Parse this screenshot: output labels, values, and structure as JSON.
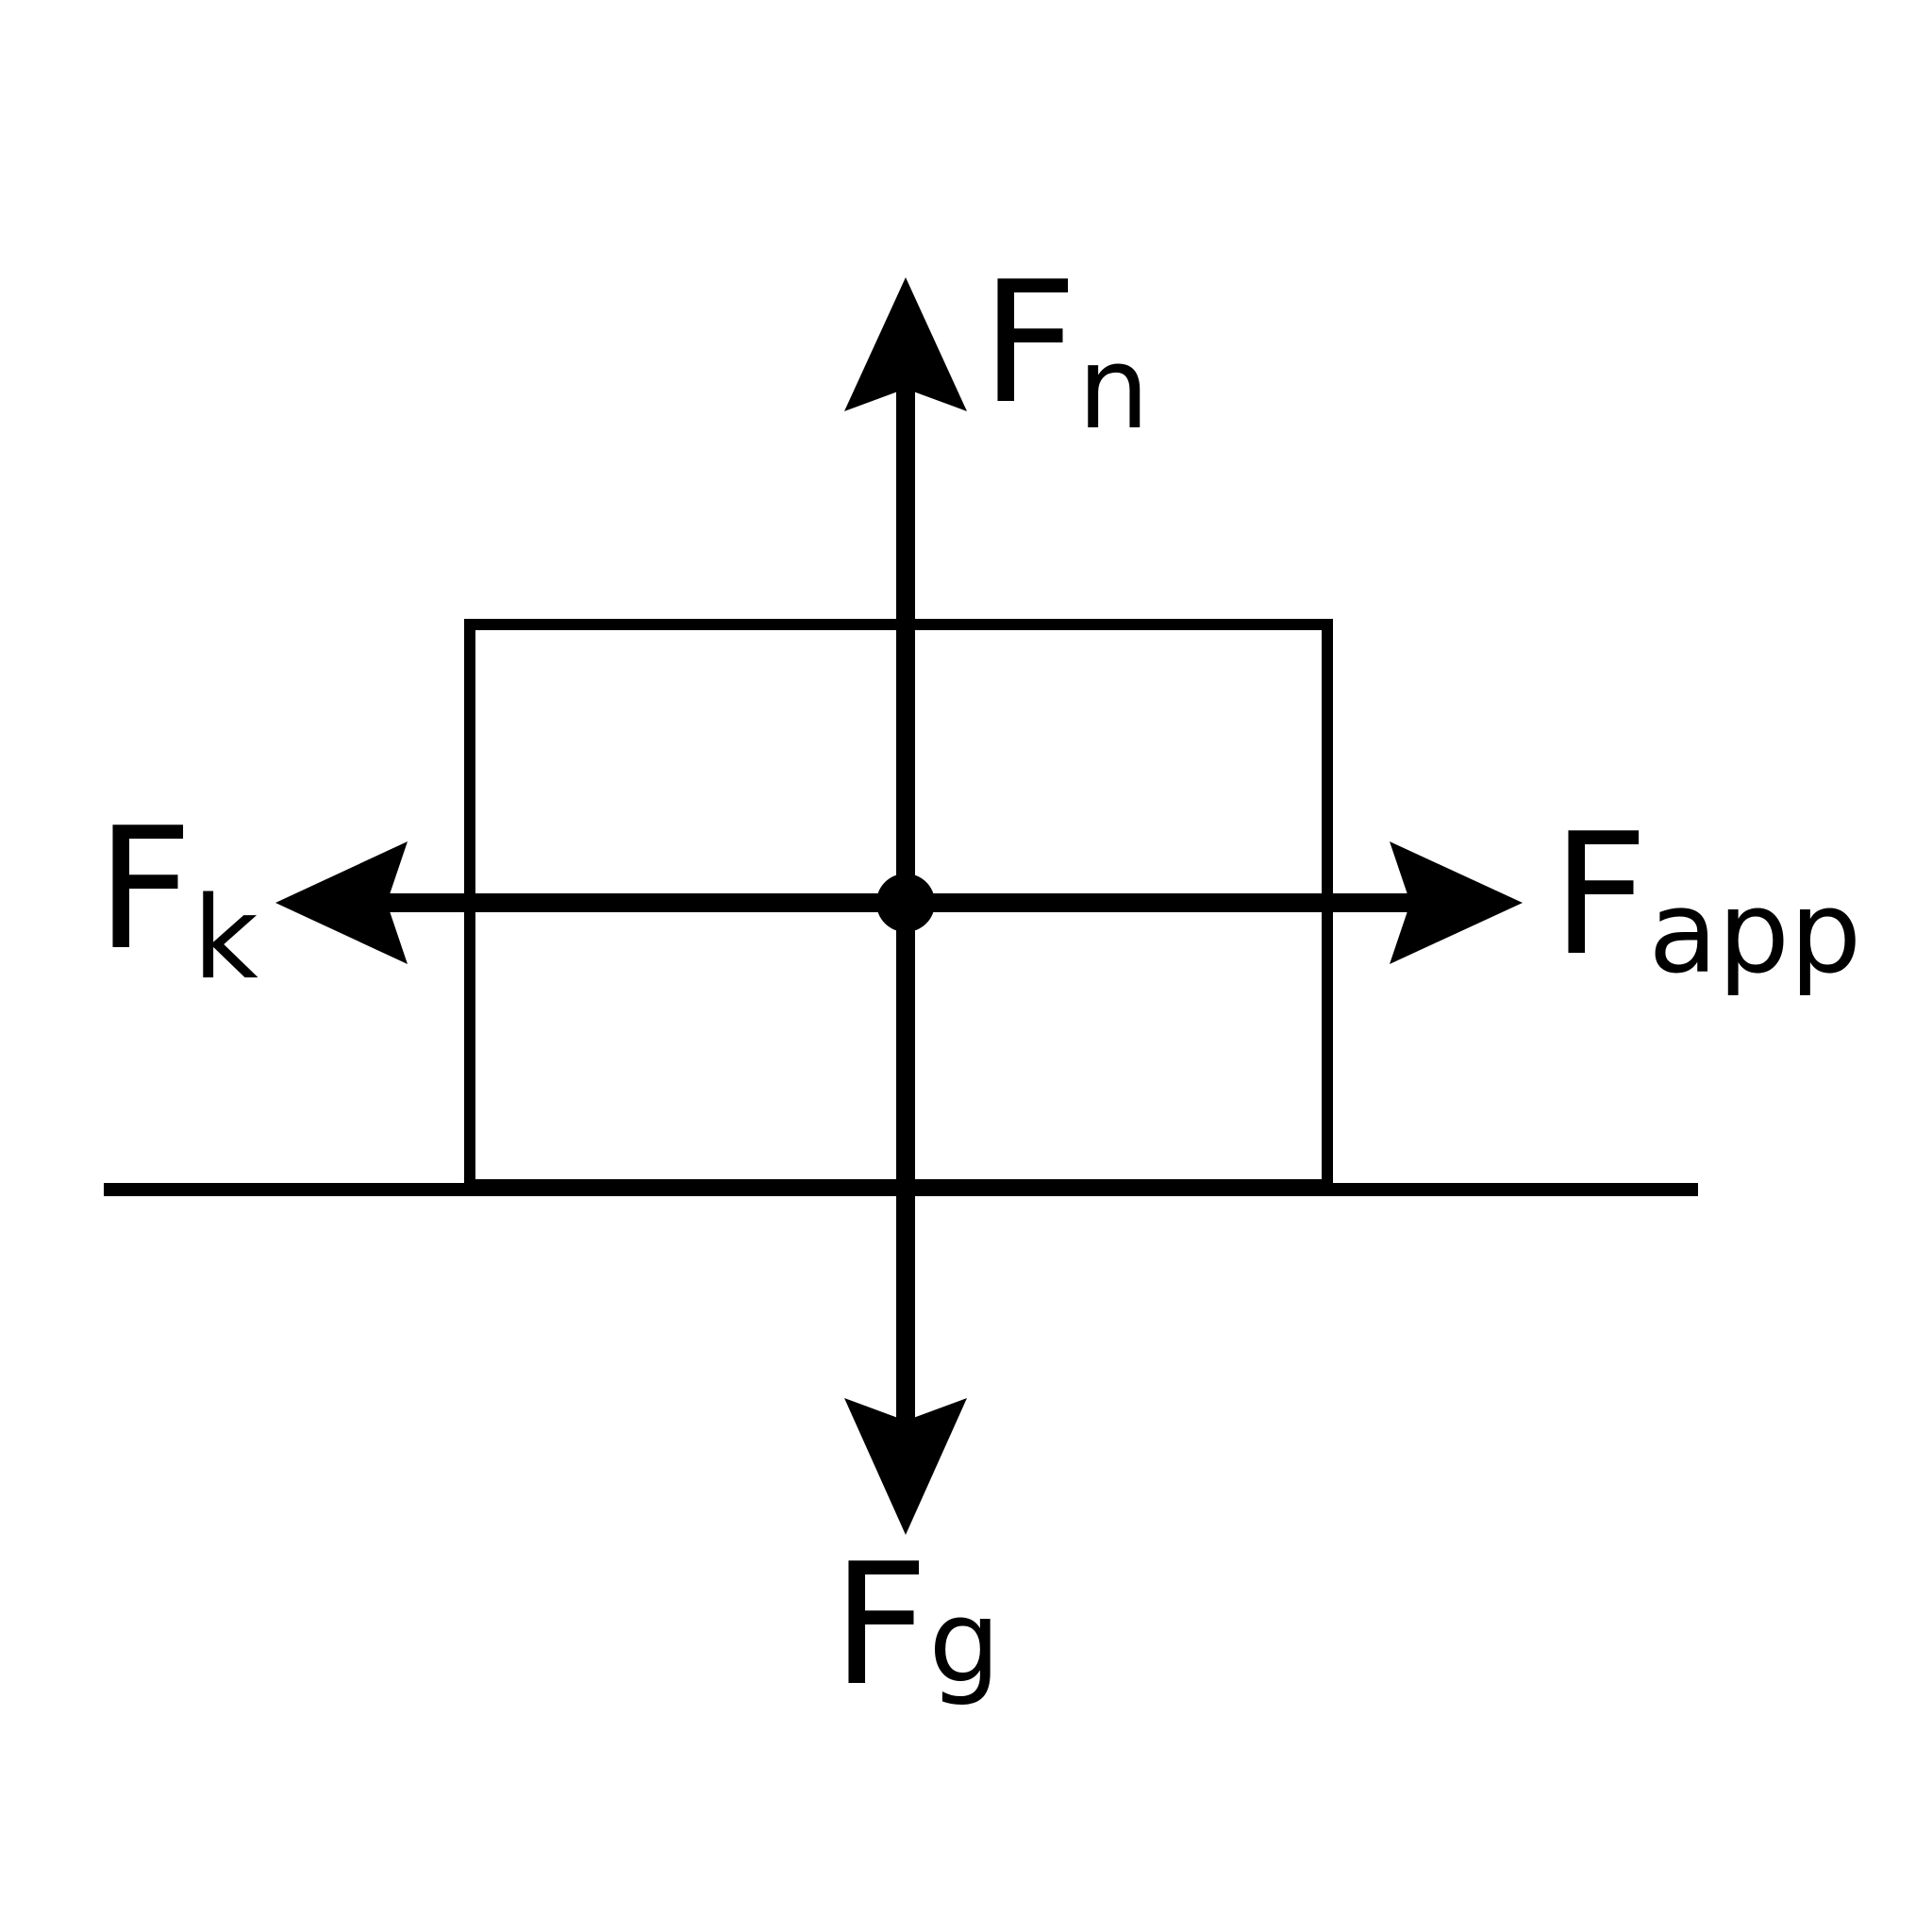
{
  "diagram": {
    "colors": {
      "stroke": "#000000",
      "background": "#ffffff"
    },
    "forces": {
      "normal": {
        "main": "F",
        "sub": "n"
      },
      "gravity": {
        "main": "F",
        "sub": "g"
      },
      "friction": {
        "main": "F",
        "sub": "k"
      },
      "applied": {
        "main": "F",
        "sub": "app"
      }
    }
  }
}
